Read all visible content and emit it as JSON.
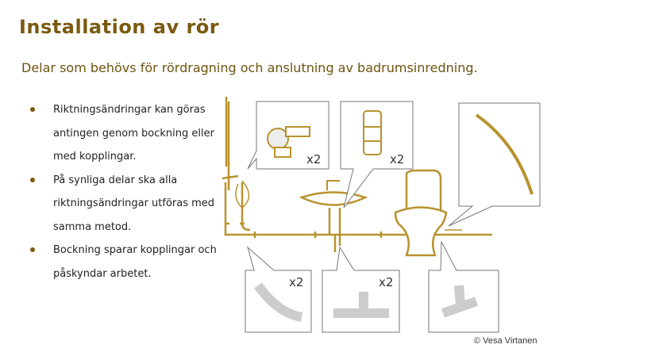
{
  "title": "Installation av rör",
  "subtitle": "Delar som behövs för rördragning och anslutning av badrumsinredning.",
  "bullets": [
    "Riktningsändringar kan göras antingen genom bockning eller med kopplingar.",
    "På synliga delar ska alla riktningsändringar utföras med samma metod.",
    "Bockning sparar kopplingar och påskyndar arbetet."
  ],
  "callouts": {
    "valve_qty": "x2",
    "coupling_qty": "x2",
    "elbow_qty": "x2",
    "tee_qty": "x2"
  },
  "credit": "© Vesa Virtanen",
  "colors": {
    "accent": "#7a5a10",
    "pipe": "#b8922e"
  }
}
